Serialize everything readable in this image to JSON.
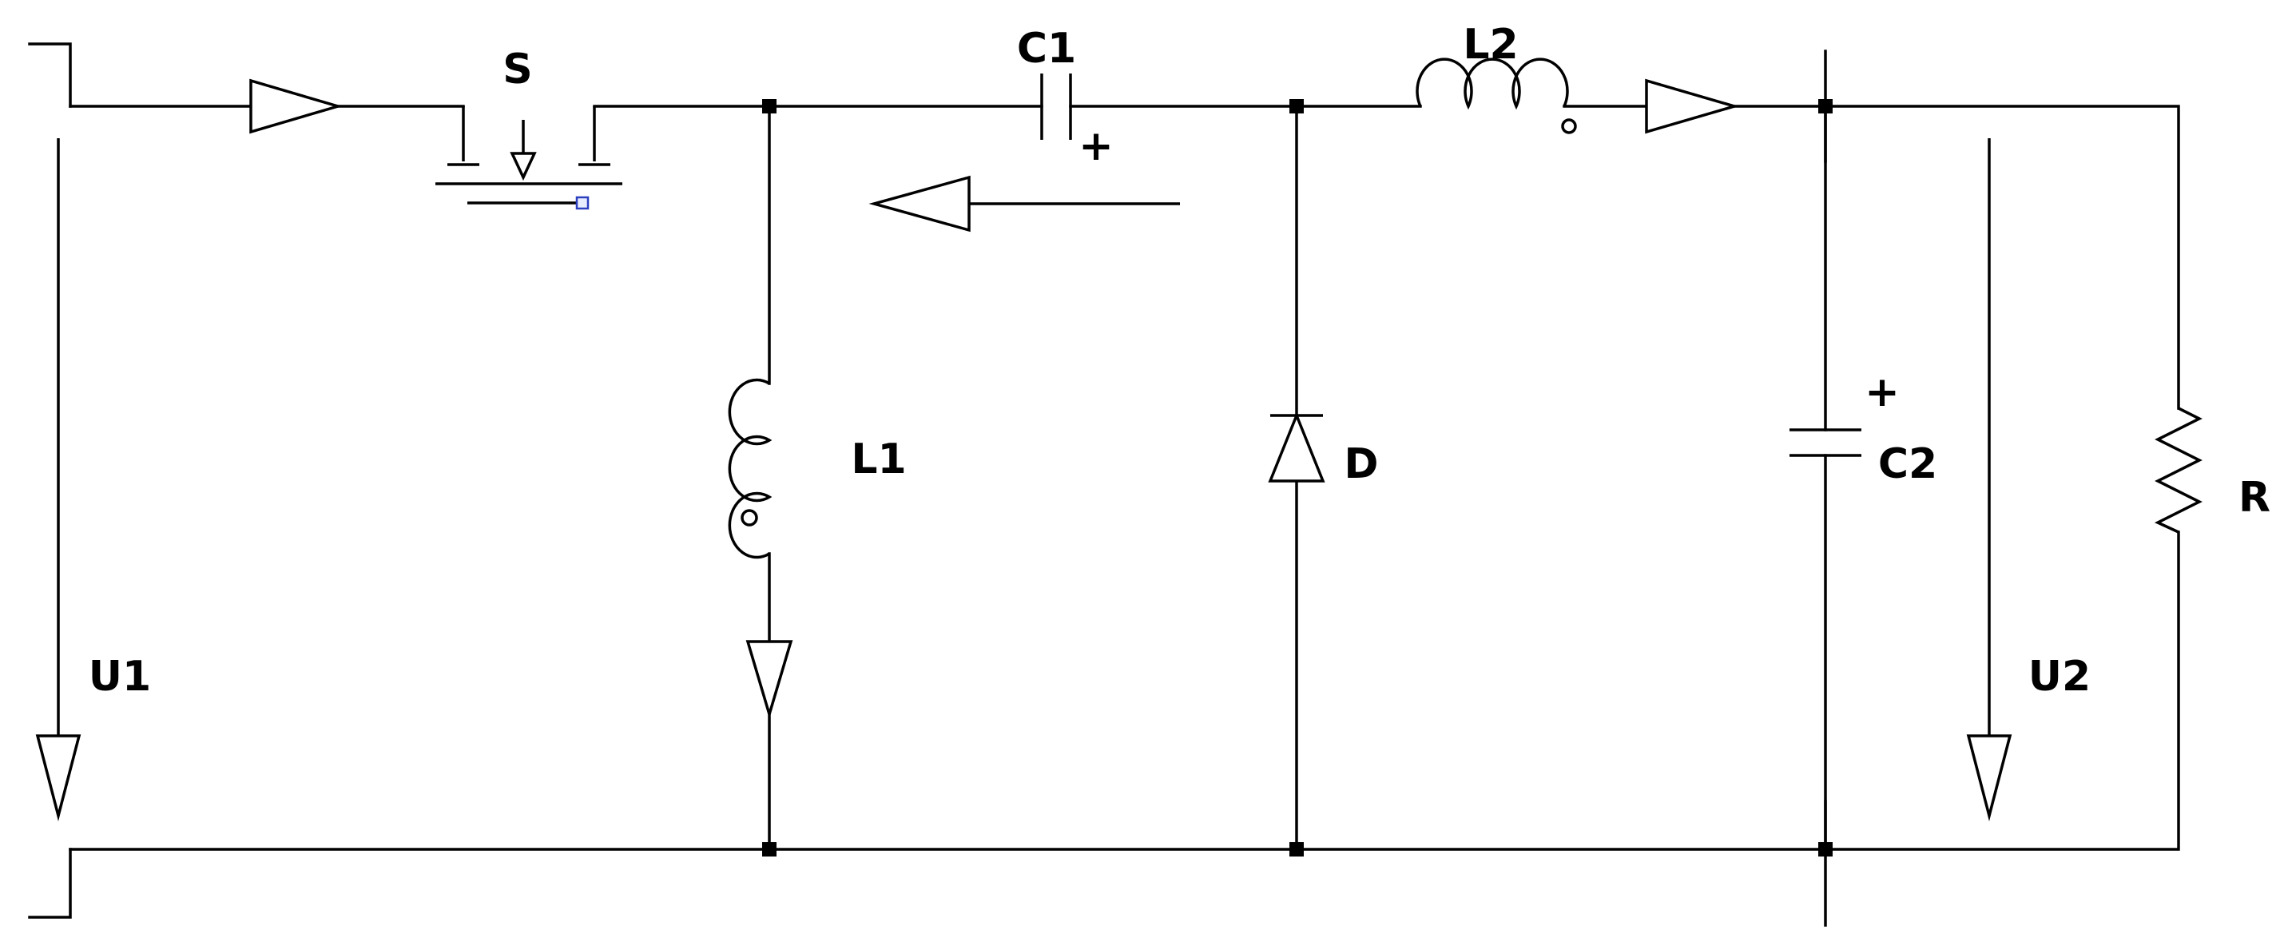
{
  "diagram": {
    "kind": "power-converter-circuit-schematic",
    "colors": {
      "wire": "#000000",
      "background": "#ffffff",
      "selection": "#2b3fbf"
    },
    "labels": {
      "u1": "U1",
      "s": "S",
      "c1": "C1",
      "c1_plus": "+",
      "l1": "L1",
      "d": "D",
      "l2": "L2",
      "c2": "C2",
      "c2_plus": "+",
      "r": "R",
      "u2": "U2"
    }
  }
}
